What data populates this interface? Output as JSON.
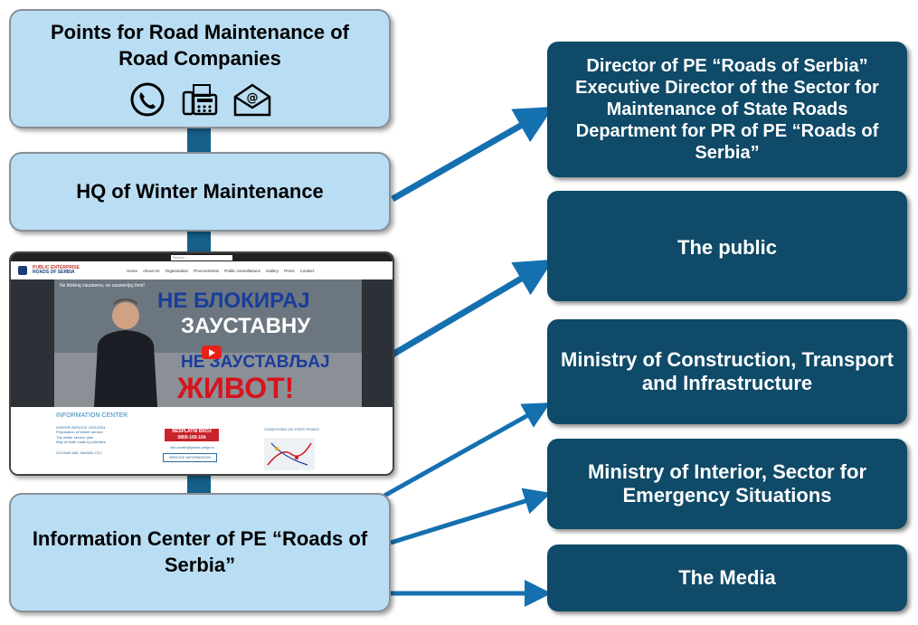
{
  "left_boxes": {
    "points": {
      "title": "Points for Road Maintenance of Road Companies",
      "icons": [
        "phone-icon",
        "fax-icon",
        "email-icon"
      ]
    },
    "hq": {
      "title": "HQ of Winter Maintenance"
    },
    "info_center": {
      "title": "Information Center of PE “Roads of Serbia”"
    }
  },
  "right_boxes": [
    {
      "label": "Director of PE “Roads of Serbia” Executive Director of the Sector for Maintenance of State Roads Department for PR of PE “Roads of Serbia”"
    },
    {
      "label": "The public"
    },
    {
      "label": "Ministry of Construction, Transport and Infrastructure"
    },
    {
      "label": "Ministry of Interior, Sector for Emergency Situations"
    },
    {
      "label": "The Media"
    }
  ],
  "website": {
    "search_placeholder": "Search ...",
    "brand_line1": "PUBLIC ENTERPRISE",
    "brand_line2": "ROADS OF SERBIA",
    "menu": [
      "Home",
      "About Us",
      "Organisation",
      "Procurements",
      "Public consultations",
      "Gallery",
      "Press",
      "Contact"
    ],
    "video_title": "Ne blokiraj zaustavnu, ne zaustavljaj život!",
    "hero_lines": [
      "НЕ БЛОКИРАЈ",
      "ЗАУСТАВНУ",
      "НЕ ЗАУСТАВЉАЈ",
      "ЖИВОТ!"
    ],
    "info_title": "INFORMATION CENTER",
    "winter_service": "WINTER SERVICE 2023/2024",
    "winter_links": [
      "Preparation of Winter service",
      "The winter service plan",
      "Map of state roads by priorities"
    ],
    "phones": "011/3040-655, 064/881-7117",
    "email": "info.center@putevi-srbije.rs",
    "hotline_label": "BESPLATNI BROJ",
    "hotline_number": "0800-100-104",
    "service_button": "SERVICE INFORMATION",
    "conditions": "CONDITIONS ON STATE ROADS"
  },
  "colors": {
    "left_fill": "#b9def4",
    "right_fill": "#0f4a68",
    "arrow": "#1570b0",
    "connector": "#15608a"
  }
}
